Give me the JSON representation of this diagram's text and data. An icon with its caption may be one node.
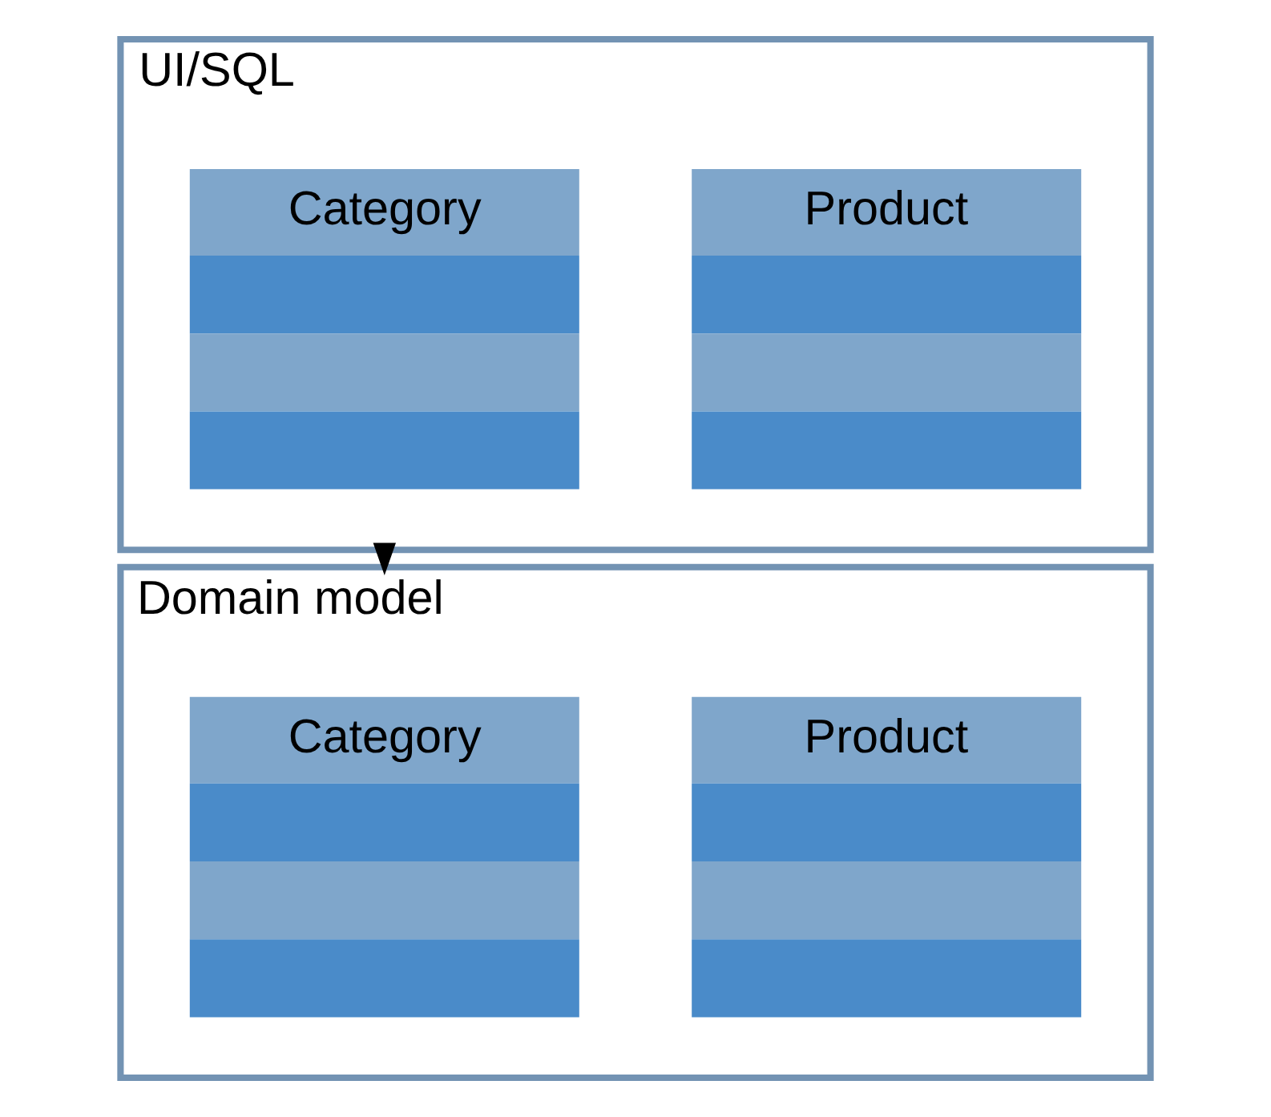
{
  "diagram": {
    "nodes": [
      {
        "text": [
          "UI/SQL"
        ]
      },
      {
        "text": [
          "Product"
        ],
        "in": 0
      },
      {
        "text": [
          "Category"
        ],
        "in": 0
      },
      {
        "text": [
          "Domain model"
        ]
      },
      {
        "text": [
          "Product"
        ],
        "in": 3
      },
      {
        "text": [
          "Category"
        ],
        "in": 3
      }
    ],
    "edges": [
      {
        "from": 0,
        "to": 3,
        "arrow": "to"
      }
    ]
  }
}
